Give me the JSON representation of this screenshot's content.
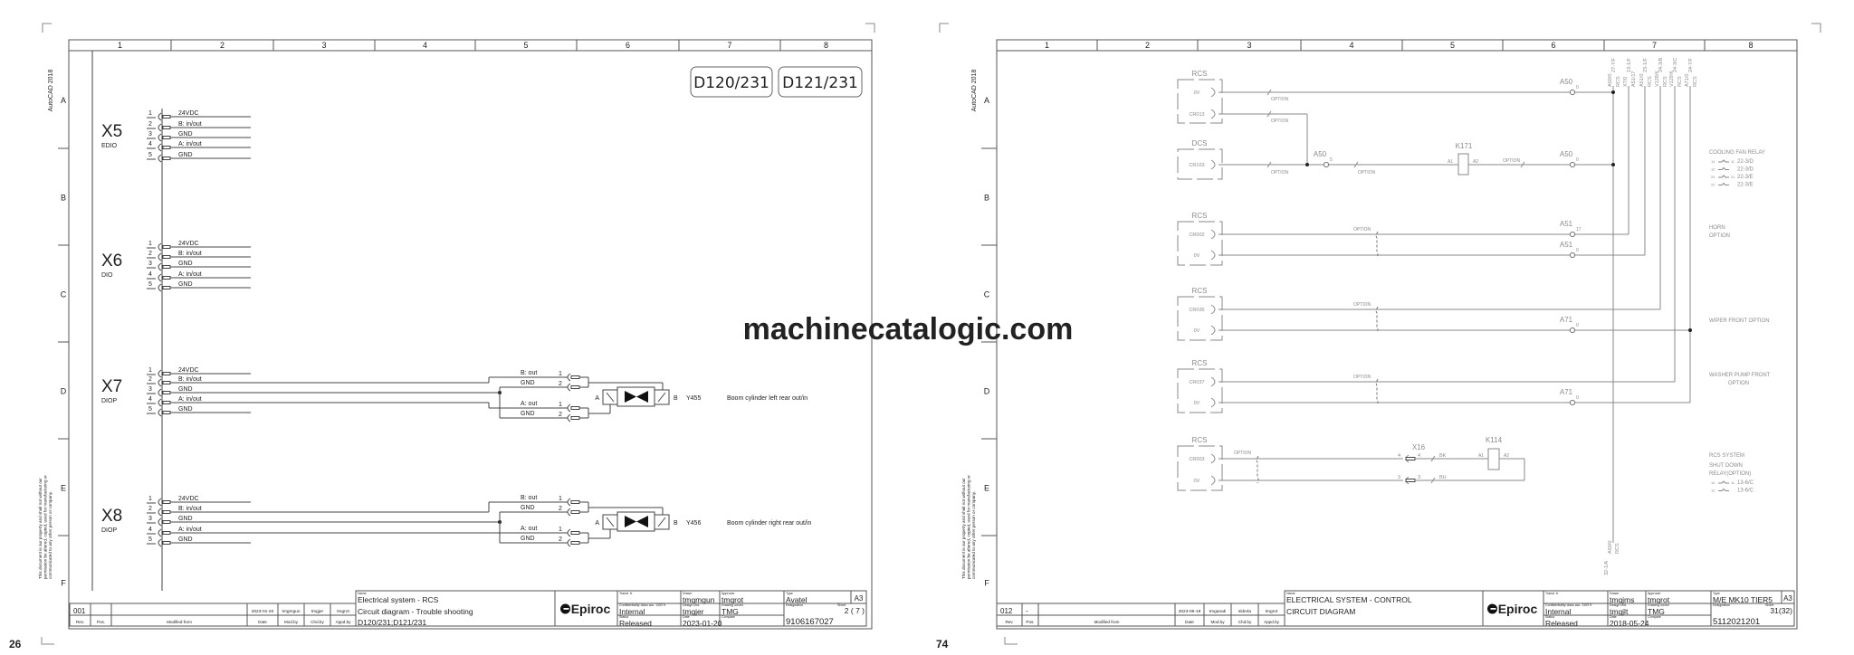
{
  "watermark": "machinecatalogic.com",
  "title_block_labels": {
    "rev": "Rev.",
    "pos": "Pos.",
    "modified_from": "Modified from",
    "date": "Date",
    "mod_by": "Mod.by",
    "chd_by": "Chd.by",
    "appd_by": "Appd.by",
    "name": "Name",
    "transf": "Transf. fr.",
    "drawn": "Drawn",
    "approver": "Approver",
    "type": "Type",
    "confidentiality": "Confidentiality class acc. 1102 K",
    "design_chd": "Design chd.",
    "drawing_owner": "Drawing owner",
    "designation": "Designation",
    "sheet": "Sheet",
    "status": "Status",
    "date2": "Date",
    "compare": "Compare"
  },
  "left_page": {
    "page_number": "26",
    "autocad": "AutoCAD 2018",
    "disclaimer": [
      "This document is our property and shall not without our",
      "permission be altered, copied, used for manufacturing or",
      "communicated to any other person or company."
    ],
    "columns": [
      "1",
      "2",
      "3",
      "4",
      "5",
      "6",
      "7",
      "8"
    ],
    "rows": [
      "A",
      "B",
      "C",
      "D",
      "E",
      "F"
    ],
    "variants": [
      "D120/231",
      "D121/231"
    ],
    "connectors": [
      {
        "id": "X5",
        "type": "EDIO",
        "pins": [
          {
            "n": "1",
            "signal": "24VDC"
          },
          {
            "n": "2",
            "signal": "B: in/out"
          },
          {
            "n": "3",
            "signal": "GND"
          },
          {
            "n": "4",
            "signal": "A: in/out"
          },
          {
            "n": "5",
            "signal": "GND"
          }
        ]
      },
      {
        "id": "X6",
        "type": "DIO",
        "pins": [
          {
            "n": "1",
            "signal": "24VDC"
          },
          {
            "n": "2",
            "signal": "B: in/out"
          },
          {
            "n": "3",
            "signal": "GND"
          },
          {
            "n": "4",
            "signal": "A: in/out"
          },
          {
            "n": "5",
            "signal": "GND"
          }
        ]
      },
      {
        "id": "X7",
        "type": "DIOP",
        "pins": [
          {
            "n": "1",
            "signal": "24VDC"
          },
          {
            "n": "2",
            "signal": "B: in/out"
          },
          {
            "n": "3",
            "signal": "GND"
          },
          {
            "n": "4",
            "signal": "A: in/out"
          },
          {
            "n": "5",
            "signal": "GND"
          }
        ]
      },
      {
        "id": "X8",
        "type": "DIOP",
        "pins": [
          {
            "n": "1",
            "signal": "24VDC"
          },
          {
            "n": "2",
            "signal": "B: in/out"
          },
          {
            "n": "3",
            "signal": "GND"
          },
          {
            "n": "4",
            "signal": "A: in/out"
          },
          {
            "n": "5",
            "signal": "GND"
          }
        ]
      }
    ],
    "valves": [
      {
        "id": "Y455",
        "description": "Boom cylinder left rear out/in",
        "side_a": "A",
        "side_b": "B",
        "pins": [
          {
            "n": "1",
            "signal": "B: out"
          },
          {
            "n": "2",
            "signal": "GND"
          },
          {
            "n": "1",
            "signal": "A: out"
          },
          {
            "n": "2",
            "signal": "GND"
          }
        ]
      },
      {
        "id": "Y456",
        "description": "Boom cylinder right rear out/in",
        "side_a": "A",
        "side_b": "B",
        "pins": [
          {
            "n": "1",
            "signal": "B: out"
          },
          {
            "n": "2",
            "signal": "GND"
          },
          {
            "n": "1",
            "signal": "A: out"
          },
          {
            "n": "2",
            "signal": "GND"
          }
        ]
      }
    ],
    "title_block": {
      "rev": "001",
      "pos": "",
      "date": "2023-01-20",
      "mod_by": "tmgmgun",
      "chd_by": "tmgjer",
      "appd_by": "tmgrot",
      "name_lines": [
        "Electrical system - RCS",
        "Circuit diagram - Trouble shooting",
        "D120/231;D121/231"
      ],
      "logo": "Epiroc",
      "drawn": "tmgmgun",
      "approver": "tmgrot",
      "type": "Avatel",
      "size": "A3",
      "confidentiality": "Internal",
      "design_chd": "tmgjer",
      "drawing_owner": "TMG",
      "sheet": "2 ( 7 )",
      "status": "Released",
      "date2": "2023-01-20",
      "designation": "9106167027"
    }
  },
  "right_page": {
    "page_number": "74",
    "autocad": "AutoCAD 2018",
    "disclaimer": [
      "This document is our property and shall not without our",
      "permission be altered, copied, used for manufacturing or",
      "communicated to any other person or company."
    ],
    "columns": [
      "1",
      "2",
      "3",
      "4",
      "5",
      "6",
      "7",
      "8"
    ],
    "rows": [
      "A",
      "B",
      "C",
      "D",
      "E",
      "F"
    ],
    "option": "OPTION",
    "modules": [
      {
        "label": "RCS",
        "pins": [
          "0V",
          "CR013"
        ]
      },
      {
        "label": "DCS",
        "pins": [
          "CR103"
        ]
      },
      {
        "label": "RCS",
        "pins": [
          "CR002",
          "0V"
        ]
      },
      {
        "label": "RCS",
        "pins": [
          "CR036",
          "0V"
        ]
      },
      {
        "label": "RCS",
        "pins": [
          "CR037",
          "0V"
        ]
      },
      {
        "label": "RCS",
        "pins": [
          "CR003",
          "0V"
        ]
      }
    ],
    "terminals": [
      {
        "id": "A50",
        "pin": "0"
      },
      {
        "id": "A50",
        "pin": "5"
      },
      {
        "id": "A50",
        "pin": "0"
      },
      {
        "id": "A51",
        "pin": "17"
      },
      {
        "id": "A51",
        "pin": "0"
      },
      {
        "id": "A71",
        "pin": "0"
      },
      {
        "id": "A71",
        "pin": "0"
      }
    ],
    "relays": [
      {
        "id": "K171",
        "a1": "A1",
        "a2": "A2"
      },
      {
        "id": "K114",
        "a1": "A1",
        "a2": "A2"
      }
    ],
    "connector_x16": {
      "id": "X16",
      "pins": [
        "4",
        "3"
      ],
      "wires": [
        "BK",
        "BU"
      ]
    },
    "cross_refs": [
      {
        "ref": "27-7/F",
        "left": "A50/0",
        "right": "RCS"
      },
      {
        "ref": "13-1/F",
        "left": "X7/0",
        "right": "A51/17"
      },
      {
        "ref": "23-1/F",
        "left": "A51/0",
        "right": "RCS"
      },
      {
        "ref": "24-3/B",
        "left": "V128/K",
        "right": "RCS"
      },
      {
        "ref": "24-3/C",
        "left": "V129/K",
        "right": "RCS"
      },
      {
        "ref": "24-7/F",
        "left": "A71/0",
        "right": "RCS"
      }
    ],
    "bottom_ref": {
      "ref": "32-1/A",
      "left": "A50/0",
      "right": "RCS"
    },
    "notes": {
      "cooling_fan": {
        "title": "COOLING FAN RELAY",
        "contacts": [
          {
            "a": "14",
            "b": "11",
            "ref": "22-3/D"
          },
          {
            "a": "12",
            "b": "",
            "ref": "22-3/D"
          },
          {
            "a": "24",
            "b": "21",
            "ref": "22-3/E"
          },
          {
            "a": "22",
            "b": "",
            "ref": "22-3/E"
          }
        ]
      },
      "horn": [
        "HORN",
        "OPTION"
      ],
      "wiper": "WIPER FRONT OPTION",
      "washer": [
        "WASHER PUMP FRONT",
        "OPTION"
      ],
      "rcs_system": {
        "lines": [
          "RCS SYSTEM",
          "SHUT DOWN",
          "RELAY(OPTION)"
        ],
        "contacts": [
          {
            "a": "14",
            "b": "11",
            "ref": "13-6/C"
          },
          {
            "a": "12",
            "b": "",
            "ref": "13-6/C"
          }
        ]
      }
    },
    "title_block": {
      "rev": "012",
      "pos": "-",
      "date": "2023-06-19",
      "mod_by": "tmganak",
      "chd_by": "slderla",
      "appd_by": "tmgrot",
      "name_lines": [
        "ELECTRICAL SYSTEM - CONTROL",
        "CIRCUIT DIAGRAM",
        ""
      ],
      "logo": "Epiroc",
      "drawn": "tmgjms",
      "approver": "tmgrot",
      "type": "M/E MK10 TIER5",
      "size": "A3",
      "confidentiality": "Internal",
      "design_chd": "tmgjlt",
      "drawing_owner": "TMG",
      "sheet": "31(32)",
      "status": "Released",
      "date2": "2018-05-24",
      "designation": "5112021201"
    }
  }
}
